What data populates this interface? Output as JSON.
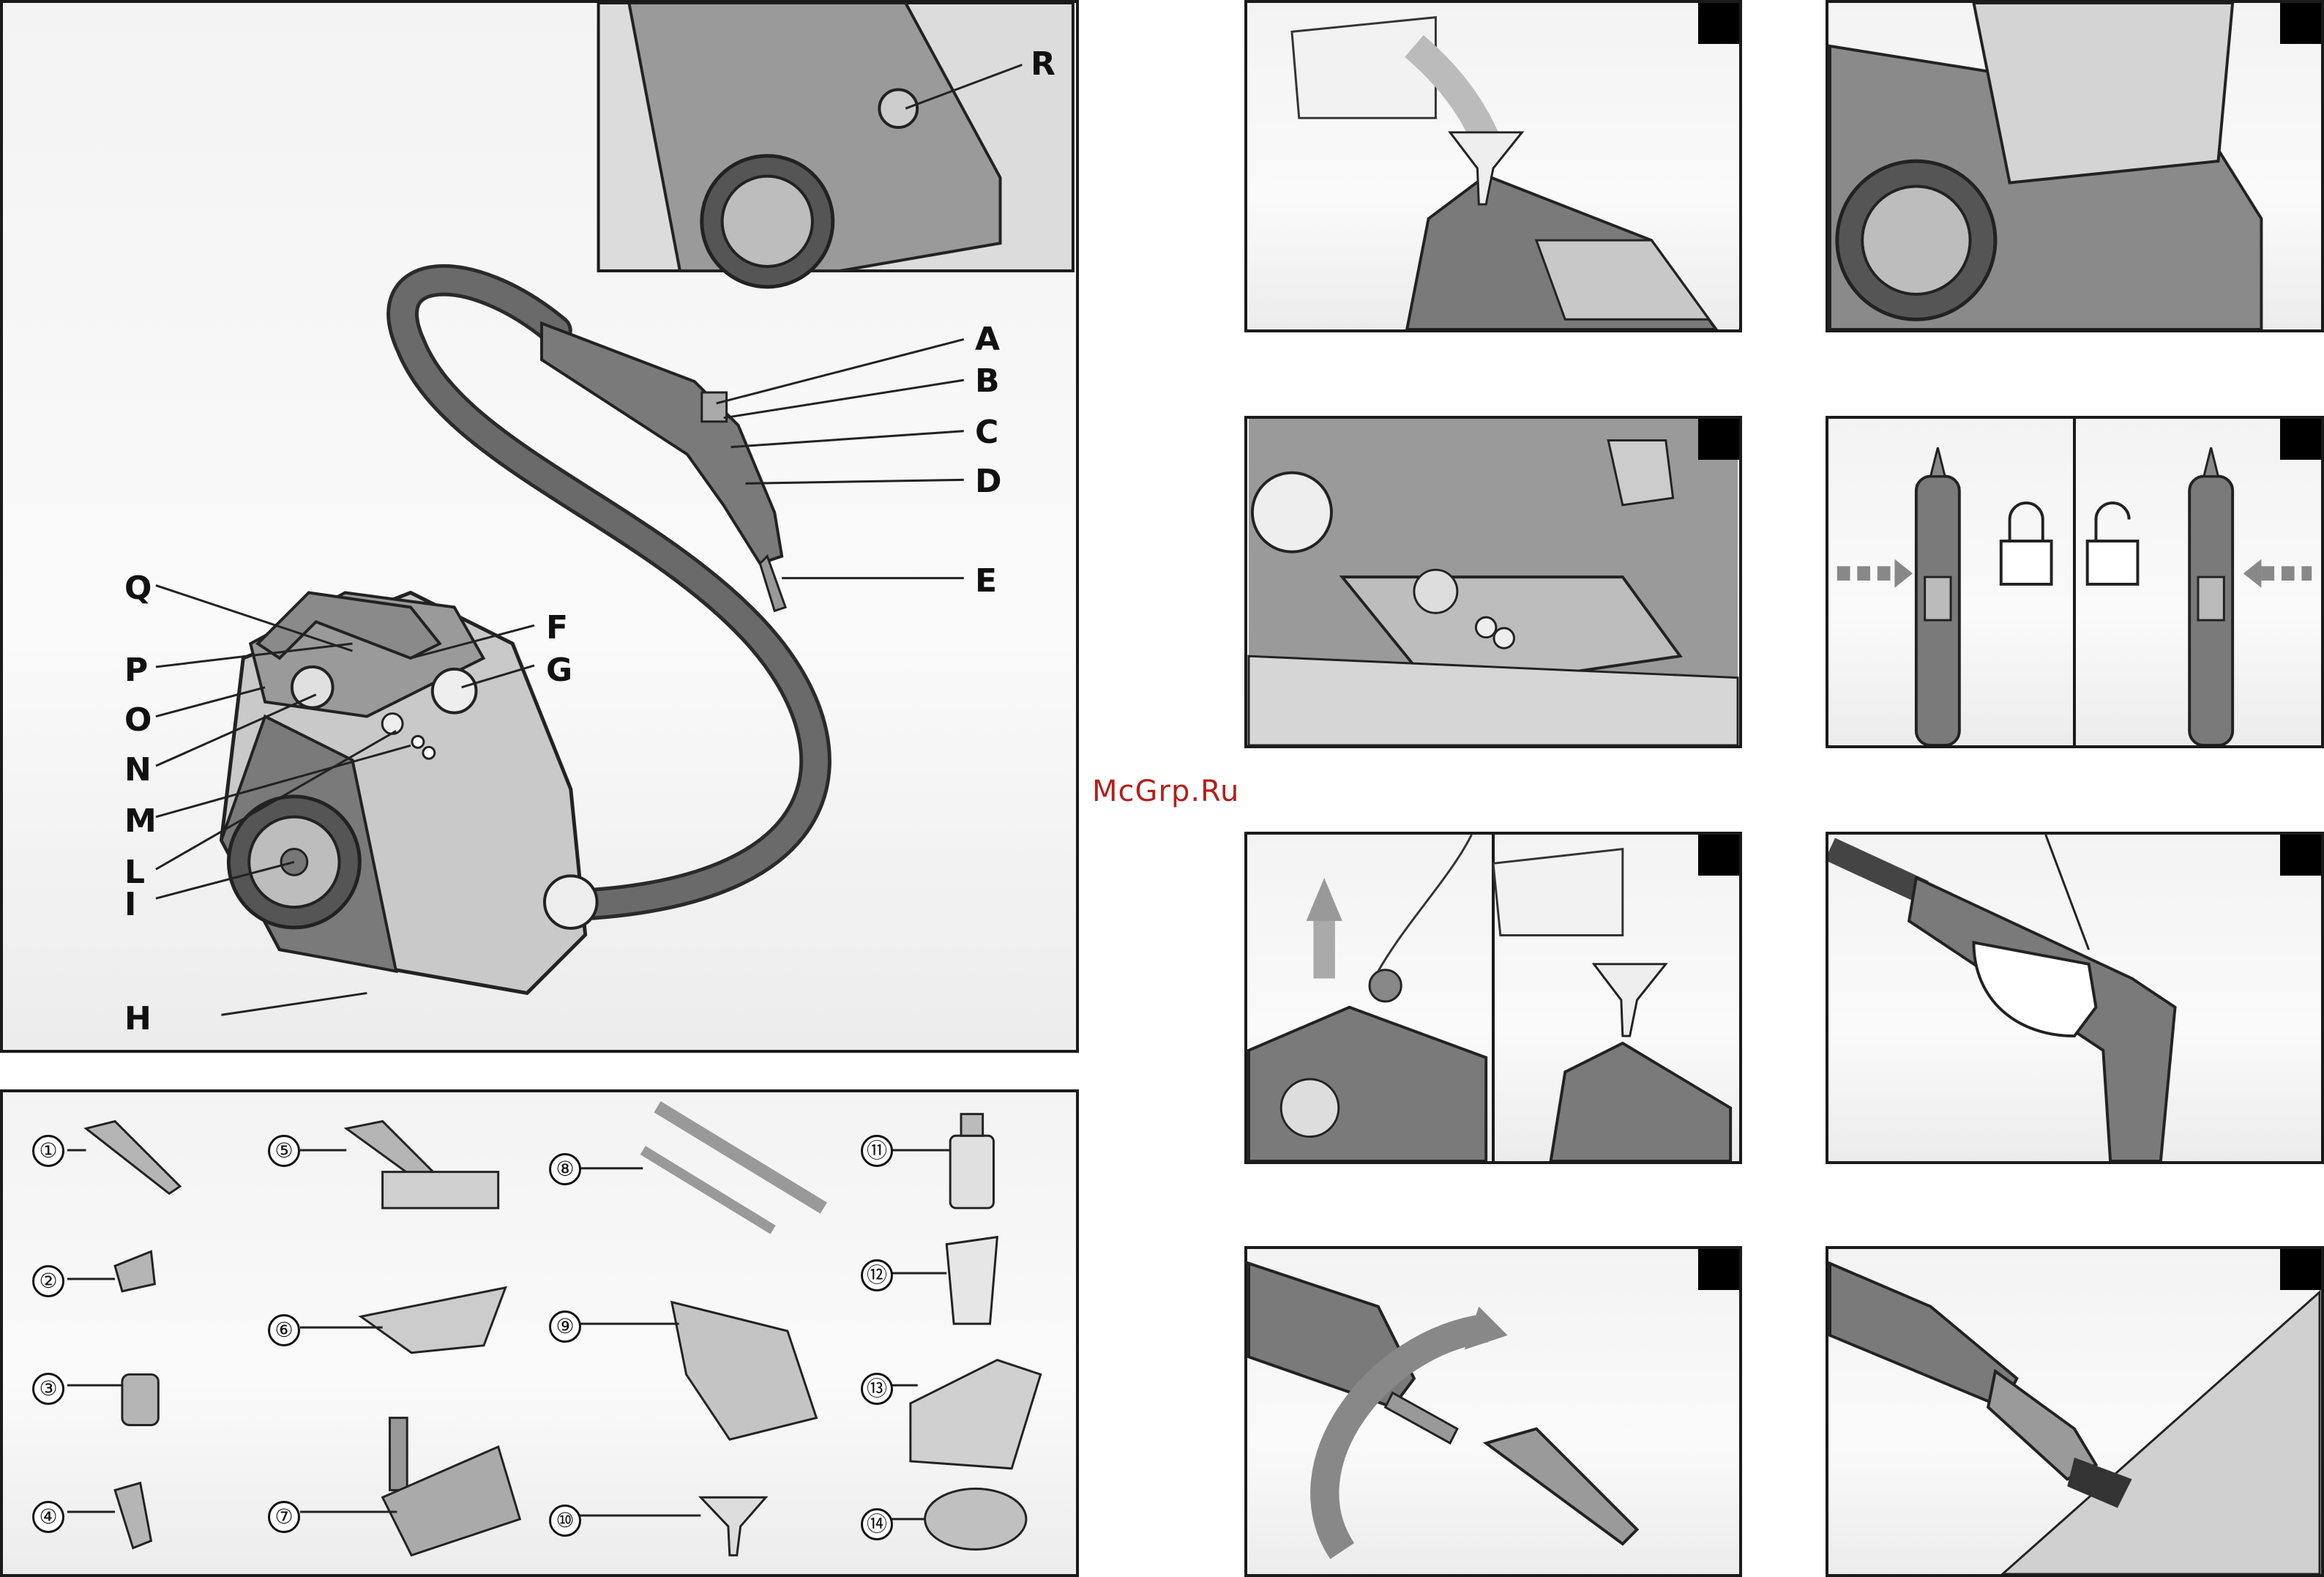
{
  "main_labels": [
    "A",
    "B",
    "C",
    "D",
    "E",
    "F",
    "G",
    "H",
    "I",
    "L",
    "M",
    "N",
    "O",
    "P",
    "Q",
    "R"
  ],
  "accessories": [
    {
      "num": "①"
    },
    {
      "num": "②"
    },
    {
      "num": "③"
    },
    {
      "num": "④"
    },
    {
      "num": "⑤"
    },
    {
      "num": "⑥"
    },
    {
      "num": "⑦"
    },
    {
      "num": "⑧"
    },
    {
      "num": "⑨"
    },
    {
      "num": "⑩"
    },
    {
      "num": "⑪"
    },
    {
      "num": "⑫"
    },
    {
      "num": "⑬"
    },
    {
      "num": "⑭"
    }
  ],
  "watermark": "McGrp.Ru",
  "colors": {
    "unit_dark": "#6e6e6e",
    "unit_light": "#c9c9c9",
    "hose": "#5a5a5a",
    "border": "#1a1a1a",
    "watermark": "#b3201c"
  }
}
